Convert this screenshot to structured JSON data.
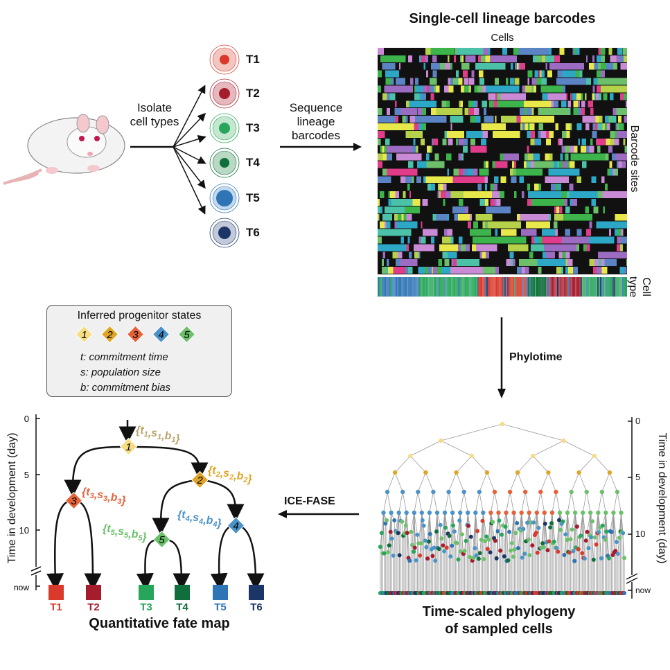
{
  "heatmap": {
    "title": "Single-cell lineage barcodes",
    "x_label": "Cells",
    "y_label": "Barcode sites",
    "celltype_label_1": "Cell",
    "celltype_label_2": "type"
  },
  "workflow": {
    "isolate_1": "Isolate",
    "isolate_2": "cell types",
    "sequence_1": "Sequence",
    "sequence_2": "lineage",
    "sequence_3": "barcodes",
    "phylotime": "Phylotime",
    "icefase": "ICE-FASE"
  },
  "cell_types": [
    {
      "label": "T1",
      "color": "#d93a2b"
    },
    {
      "label": "T2",
      "color": "#a51d2d"
    },
    {
      "label": "T3",
      "color": "#27a55a"
    },
    {
      "label": "T4",
      "color": "#0f6e3a"
    },
    {
      "label": "T5",
      "color": "#2f74b5"
    },
    {
      "label": "T6",
      "color": "#1b3566"
    }
  ],
  "legend": {
    "title": "Inferred progenitor states",
    "states": [
      {
        "num": "1",
        "color": "#f7dc84"
      },
      {
        "num": "2",
        "color": "#e0a526"
      },
      {
        "num": "3",
        "color": "#e4633a"
      },
      {
        "num": "4",
        "color": "#4a93c8"
      },
      {
        "num": "5",
        "color": "#6cc06a"
      }
    ],
    "t_desc": "t: commitment time",
    "s_desc": "s: population size",
    "b_desc": "b: commitment bias"
  },
  "fate_map": {
    "title": "Quantitative fate map",
    "axis_label": "Time in development (day)",
    "ticks": [
      "0",
      "5",
      "10"
    ],
    "now_label": "now",
    "params": [
      {
        "id": "1",
        "text": "{t1,s1,b1}",
        "color": "#b9a46b"
      },
      {
        "id": "2",
        "text": "{t2,s2,b2}",
        "color": "#e0a526"
      },
      {
        "id": "3",
        "text": "{t3,s3,b3}",
        "color": "#e4633a"
      },
      {
        "id": "4",
        "text": "{t4,s4,b4}",
        "color": "#4a93c8"
      },
      {
        "id": "5",
        "text": "{t5,s5,b5}",
        "color": "#6cc06a"
      }
    ]
  },
  "phylogeny": {
    "title_1": "Time-scaled phylogeny",
    "title_2": "of sampled cells",
    "axis_label": "Time in development (day)",
    "ticks": [
      "0",
      "5",
      "10"
    ],
    "now_label": "now"
  }
}
